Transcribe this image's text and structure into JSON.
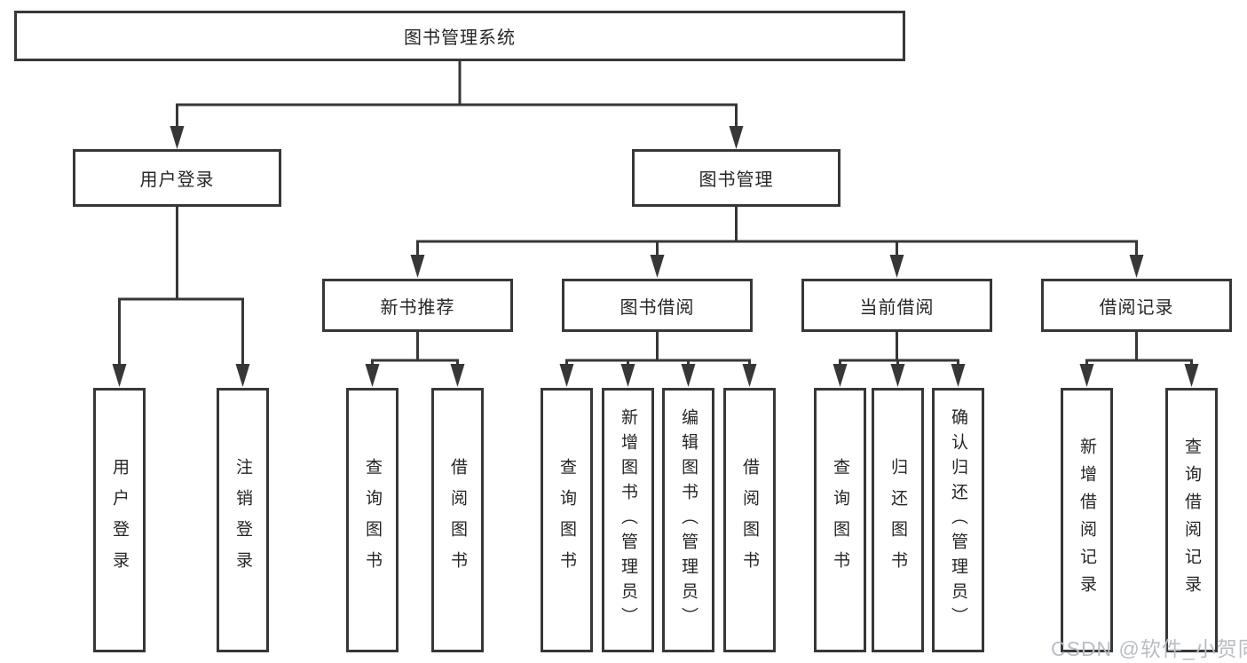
{
  "diagram": {
    "title": "图书管理系统",
    "level2": {
      "user_login": "用户登录",
      "book_management": "图书管理"
    },
    "level3": {
      "new_book_recommend": "新书推荐",
      "book_borrow": "图书借阅",
      "current_borrow": "当前借阅",
      "borrow_records": "借阅记录"
    },
    "leaves": {
      "user_login": "用户登录",
      "logout": "注销登录",
      "nb_query_books": "查询图书",
      "nb_borrow_books": "借阅图书",
      "bb_query_books": "查询图书",
      "bb_add_book_admin": "新增图书（管理员）",
      "bb_edit_book_admin": "编辑图书（管理员）",
      "bb_borrow_books": "借阅图书",
      "cb_query_books": "查询图书",
      "cb_return_book": "归还图书",
      "cb_confirm_return_admin": "确认归还（管理员）",
      "br_add_record": "新增借阅记录",
      "br_query_record": "查询借阅记录"
    },
    "watermark": "CSDN @软件_小贺同学",
    "colors": {
      "line": "#373737",
      "text": "#262626",
      "background": "#ffffff",
      "watermark": "#b9bdc4"
    }
  }
}
